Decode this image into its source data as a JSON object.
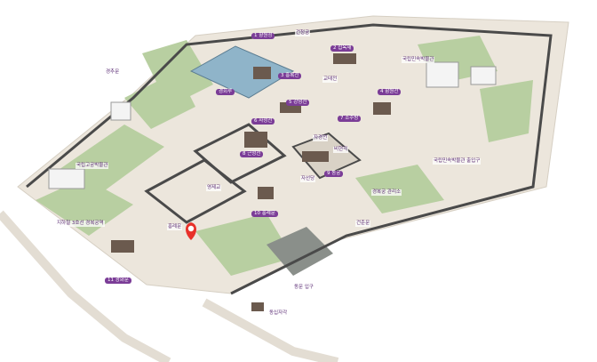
{
  "map": {
    "colors": {
      "ground": "#ece6dc",
      "lawn": "#b8cfa1",
      "wall": "#4a4a4a",
      "water": "#8fb4c9",
      "label_bg": "#7b3d97",
      "marker": "#e8312a",
      "parking": "#8a8f8a"
    },
    "marker_icon": "location-pin-icon",
    "labels": {
      "l01": "1 향원정",
      "l02": "건청궁",
      "l03": "2 집옥재",
      "l04": "국립민속박물관",
      "l05": "경추문",
      "l06": "경회루",
      "l07": "3 흥복전",
      "l08": "교태전",
      "l09": "4 함원전",
      "l10": "5 강녕전",
      "l11": "6 사정전",
      "l12": "7 소주방",
      "l13": "자경전",
      "l14": "8 근정전",
      "l15": "국립고궁박물관",
      "l16": "9 동궁",
      "l17": "국립민속박물관 출입구",
      "l18": "영제교",
      "l19": "흥례문",
      "l20": "10 홍례문",
      "l21": "지하철 3호선 경복궁역",
      "l22": "11 광화문",
      "l23": "건춘문",
      "l24": "동십자각",
      "l25": "동문 입구",
      "l26": "경복궁 관리소",
      "l27": "비현각",
      "l28": "자선당"
    }
  }
}
